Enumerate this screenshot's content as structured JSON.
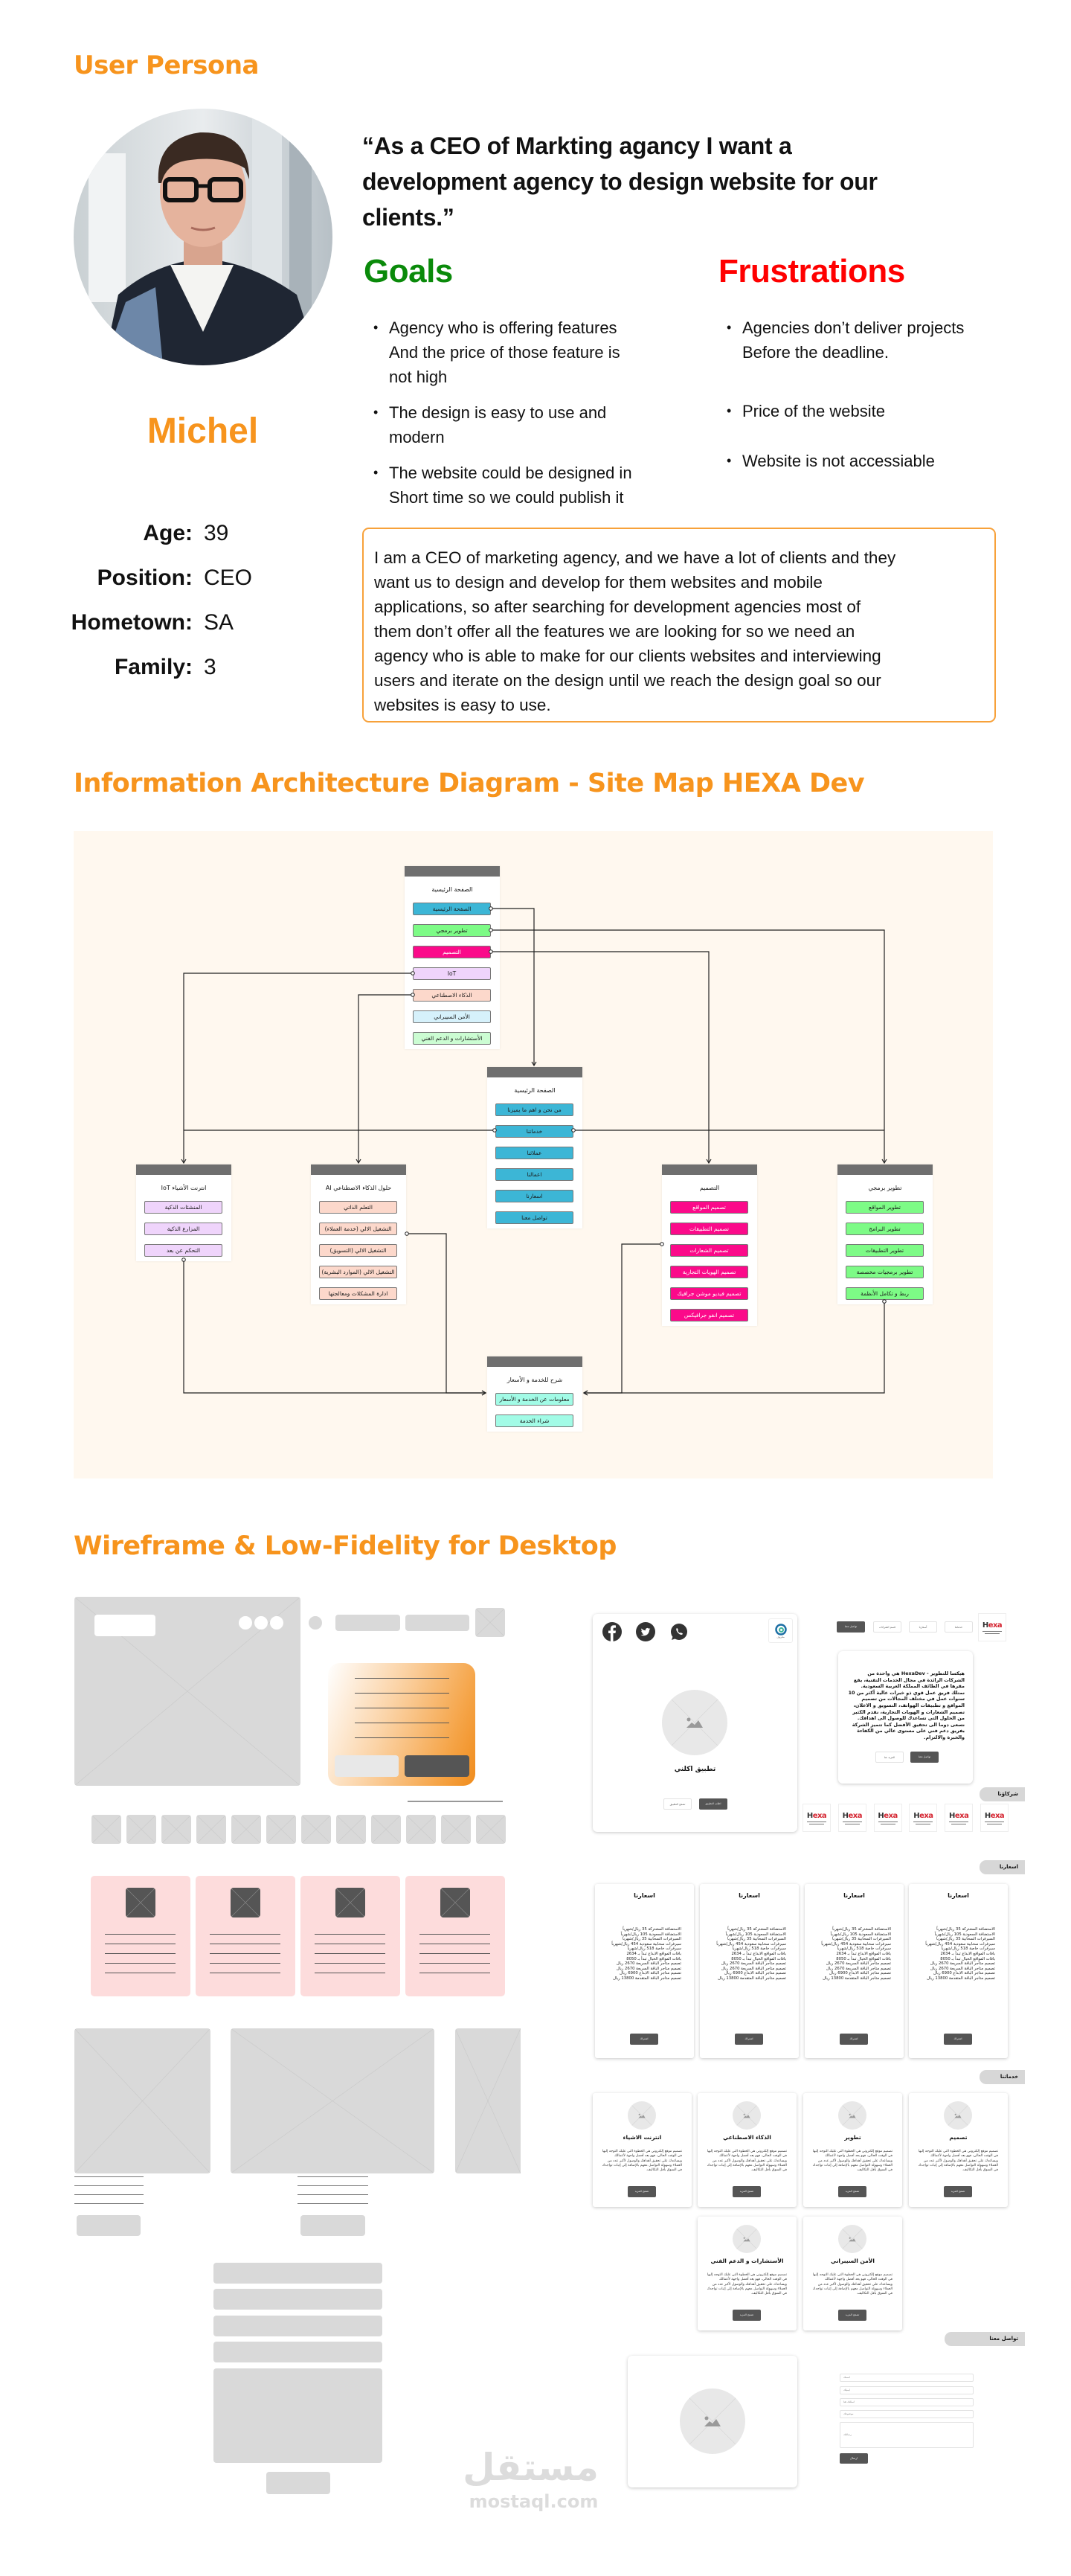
{
  "persona": {
    "section_title": "User Persona",
    "quote": "“As a CEO of Markting agancy I want a\ndevelopment agency to design website for our\nclients.”",
    "name": "Michel",
    "details": [
      {
        "label": "Age:",
        "value": "39"
      },
      {
        "label": "Position:",
        "value": "CEO"
      },
      {
        "label": "Hometown:",
        "value": "SA"
      },
      {
        "label": "Family:",
        "value": "3"
      }
    ],
    "goals_title": "Goals",
    "goals": [
      "Agency who is offering features\nAnd the price of those feature is\nnot high",
      "The design is easy to use and\nmodern",
      "The website could be designed in\nShort time so we could publish it"
    ],
    "frustrations_title": "Frustrations",
    "frustrations": [
      "Agencies don’t deliver projects\nBefore the deadline.",
      "Price of the website",
      "Website is not accessiable"
    ],
    "description": "I am a CEO of marketing agency, and we have a lot of clients and they\nwant us to design and develop for them websites and mobile\napplications, so after searching for development agencies most of\nthem don’t offer all the features we are looking for so we need an\nagency who is able to make for our clients websites and interviewing\nusers and iterate on the design until we reach the design goal so our\nwebsites is easy to use.",
    "colors": {
      "accent": "#f7941d",
      "goals": "#0a8a0a",
      "frustrations": "#ff0000"
    }
  },
  "ia": {
    "section_title": "Information Architecture Diagram - Site Map HEXA Dev",
    "boxes": [
      {
        "id": "home_top",
        "title": "الصفحة الرئيسية",
        "items": [
          {
            "label": "الصفحة الرئيسية",
            "color": "#3cb6d6"
          },
          {
            "label": "تطوير برمجي",
            "color": "#7dfb86"
          },
          {
            "label": "التصميم",
            "color": "#fb0a8a"
          },
          {
            "label": "IoT",
            "color": "#efd4fb"
          },
          {
            "label": "الذكاء الاصطناعي",
            "color": "#fcd8cb"
          },
          {
            "label": "الأمن السيبراني",
            "color": "#d6f1fb"
          },
          {
            "label": "الأستشارات و الدعم الفني",
            "color": "#cbfcd2"
          }
        ]
      },
      {
        "id": "home",
        "title": "الصفحة الرئيسية",
        "items": [
          {
            "label": "من نحن و اهم ما يميزنا",
            "color": "#3cb6d6"
          },
          {
            "label": "خدماتنا",
            "color": "#3cb6d6"
          },
          {
            "label": "عملائنا",
            "color": "#3cb6d6"
          },
          {
            "label": "اعمالنا",
            "color": "#3cb6d6"
          },
          {
            "label": "اسعارنا",
            "color": "#3cb6d6"
          },
          {
            "label": "تواصل معنا",
            "color": "#3cb6d6"
          }
        ]
      },
      {
        "id": "iot",
        "title": "انترنت الأشياء IoT",
        "items": [
          {
            "label": "المنشئات الذكية",
            "color": "#efd4fb"
          },
          {
            "label": "المزارع الذكية",
            "color": "#efd4fb"
          },
          {
            "label": "التحكم عن بعد",
            "color": "#efd4fb"
          }
        ]
      },
      {
        "id": "ai",
        "title": "حلول الذكاء الاصطناعي AI",
        "items": [
          {
            "label": "التعلم الذاتي",
            "color": "#fcd8cb"
          },
          {
            "label": "التشغيل الالي (خدمة العملاء)",
            "color": "#fcd8cb"
          },
          {
            "label": "التشغيل الالي (التسويق)",
            "color": "#fcd8cb"
          },
          {
            "label": "التشغيل الالي (الموارد البشرية)",
            "color": "#fcd8cb"
          },
          {
            "label": "ادارة المشكلات ومعالجتها",
            "color": "#fcd8cb"
          }
        ]
      },
      {
        "id": "design",
        "title": "التصميم",
        "items": [
          {
            "label": "تصميم المواقع",
            "color": "#fb0a8a"
          },
          {
            "label": "تصميم التطبيقات",
            "color": "#fb0a8a"
          },
          {
            "label": "تصميم الشعارات",
            "color": "#fb0a8a"
          },
          {
            "label": "تصميم الهويات التجارية",
            "color": "#fb0a8a"
          },
          {
            "label": "تصميم فيديو موشن جرافيك",
            "color": "#fb0a8a"
          },
          {
            "label": "تصميم انفو جرافيكس",
            "color": "#fb0a8a"
          }
        ]
      },
      {
        "id": "dev",
        "title": "تطوير برمجي",
        "items": [
          {
            "label": "تطوير المواقع",
            "color": "#7dfb86"
          },
          {
            "label": "تطوير البرامج",
            "color": "#7dfb86"
          },
          {
            "label": "تطوير التطبيقات",
            "color": "#7dfb86"
          },
          {
            "label": "تطوير برمجيات مخصصة",
            "color": "#7dfb86"
          },
          {
            "label": "ربط و تكامل الأنظمة",
            "color": "#7dfb86"
          }
        ]
      },
      {
        "id": "service",
        "title": "شرح للخدمة و الأسعار",
        "items": [
          {
            "label": "معلومات عن الخدمة و الأسعار",
            "color": "#a2fbe6"
          },
          {
            "label": "شراء الخدمة",
            "color": "#a2fbe6"
          }
        ]
      }
    ]
  },
  "wireframe": {
    "section_title": "Wireframe & Low-Fidelity for Desktop",
    "app_card": {
      "social_icons": [
        "facebook-icon",
        "twitter-icon",
        "whatsapp-icon"
      ],
      "badge_logo": "معروف",
      "title": "تطبيق اكلني",
      "browse_button": "تصفح التطبيق",
      "order_button": "اطلب التطبيق"
    },
    "nav": {
      "logo": "Hexa",
      "items": [
        "تواصل معنا",
        "قسم الشركات",
        "أسعارنا",
        "خدماتنا"
      ]
    },
    "about": {
      "text": "هيكسا للتطوير - HexaDev هي واحدة من الشركات الرائدة في مجال الخدمات التقنية، يقع مقرها في الطائف المملكة العربية السعودية. نمتلك فريق عمل قوي ذو خبرات عالية أكثر من 10 سنوات عمل في مختلف المجالات من تصميم المواقع و تطبيقات الهواتف، التسويق و الاعلان، تصميم الشعارات و الهويات التجارية، نقدم الكثير من الحلول التي تساعدك للوصول الى اهدافك. نسعى دوما الى تحقيق الأفضل كما تتميز الشركة بفريق دعم فني على مستوى عالي من الكفاءة والخبرة والالتزام.",
      "more_button": "المزيد عنا",
      "contact_button": "تواصل معنا"
    },
    "partners": {
      "tab": "شركاؤنا",
      "logos": [
        "Hexa",
        "Hexa",
        "Hexa",
        "Hexa",
        "Hexa",
        "Hexa"
      ]
    },
    "pricing": {
      "tab": "اسعارنا",
      "cards": [
        {
          "title": "اسعارنا",
          "button": "اشتراك"
        },
        {
          "title": "اسعارنا",
          "button": "اشتراك"
        },
        {
          "title": "اسعارنا",
          "button": "اشتراك"
        },
        {
          "title": "اسعارنا",
          "button": "اشتراك"
        }
      ],
      "lines": [
        "الاستضافة المشتركة 35 ريال/شهرياً",
        "الاستضافة السعودية 105 ريال/شهرياً",
        "السيرفرات السحابية 35 ريال/شهريا",
        "سيرفرات سحابية سعودية 454 ريال/شهرياً",
        "سيرفرات خاصة 518 ريال/شهريا",
        "باقات المواقع الابداع تبدأ بـ 2634",
        "باقات المواقع الخيال تبدأ بـ 8050",
        "تصميم متاجر الباقة السريعة 2670 ريال",
        "تصميم متاجر الباقة السريعة 2670 ريال",
        "تصميم متاجر الباقة الابداع 6900 ريال",
        "تصميم متاجر الباقة المتقدمة 13800 ريال"
      ]
    },
    "services": {
      "tab": "خدماتنا",
      "cards": [
        {
          "title": "انترنت الاشياء"
        },
        {
          "title": "الذكاء الاصطناعي"
        },
        {
          "title": "تطوير"
        },
        {
          "title": "تصميم"
        },
        {
          "title": "الأستشارات و الدعم الفني"
        },
        {
          "title": "الأمن السيبراني"
        }
      ],
      "text": "تصميم موقع إلكتروني هي الخطوة التي عليك التوجه إليها في الوقت الحالي، فهو يعد أفضل واجهة لأعمالك ويساعدك على تحقيق أهدافك والوصول لأكبر عدد من العملاء وسهولة التواصل معهم بالإضافة إلى إثبات تواجدك في السوق بأقل التكاليف.",
      "button": "تصفح المزيد"
    },
    "contact": {
      "tab": "تواصل معنا",
      "fields": [
        "اسمك",
        "ايميلك",
        "اسئلتك هنا",
        "موضوعك"
      ],
      "message_placeholder": "رسالتك",
      "send_button": "ارسال"
    }
  },
  "watermark": {
    "arabic": "مستقل",
    "latin": "mostaql.com"
  }
}
